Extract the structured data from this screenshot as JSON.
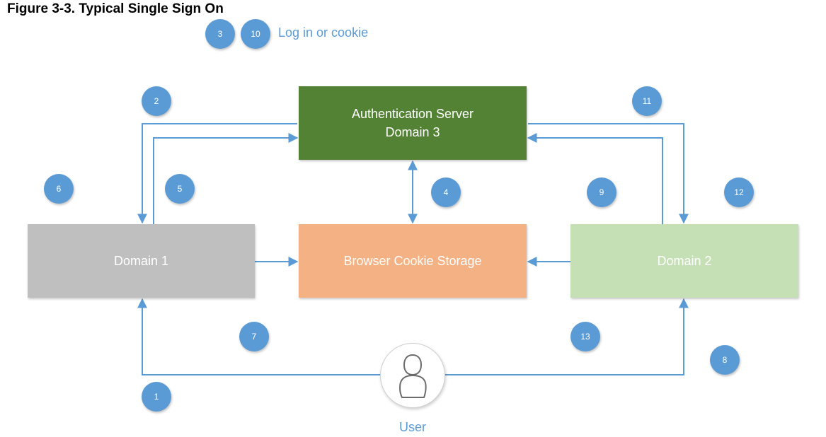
{
  "title": "Figure 3-3. Typical Single Sign On",
  "legend": {
    "numbers": [
      "3",
      "10"
    ],
    "label": "Log in or cookie"
  },
  "boxes": {
    "auth": {
      "label": "Authentication Server\nDomain 3"
    },
    "domain1": {
      "label": "Domain 1"
    },
    "cookie": {
      "label": "Browser Cookie Storage"
    },
    "domain2": {
      "label": "Domain 2"
    }
  },
  "steps": [
    "1",
    "2",
    "4",
    "5",
    "6",
    "7",
    "8",
    "9",
    "11",
    "12",
    "13"
  ],
  "user": {
    "label": "User"
  },
  "colors": {
    "auth": "#548235",
    "domain1": "#bfbfbf",
    "cookie": "#f4b183",
    "domain2": "#c5e0b4",
    "badge": "#5b9bd5",
    "arrow": "#5b9bd5",
    "text_accent": "#5b9bd5"
  }
}
